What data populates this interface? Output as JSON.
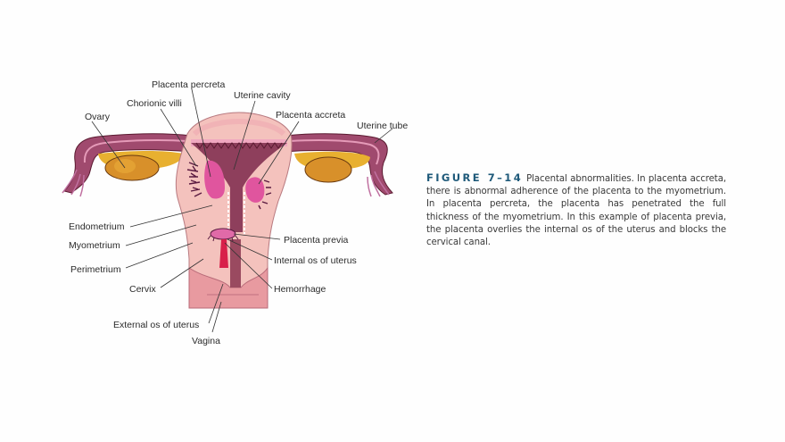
{
  "figure": {
    "label": "FIGURE 7–14",
    "caption": "Placental abnormalities. In placenta accreta, there is abnormal adherence of the placenta to the myometrium. In placenta percreta, the placenta has penetrated the full thickness of the myometrium. In this example of placenta previa, the placenta overlies the internal os of the uterus and blocks the cervical canal.",
    "label_color": "#1f5a7a"
  },
  "diagram": {
    "labels": {
      "placenta_percreta": "Placenta percreta",
      "uterine_cavity": "Uterine cavity",
      "chorionic_villi": "Chorionic villi",
      "placenta_accreta": "Placenta accreta",
      "ovary": "Ovary",
      "uterine_tube": "Uterine tube",
      "endometrium": "Endometrium",
      "myometrium": "Myometrium",
      "perimetrium": "Perimetrium",
      "cervix": "Cervix",
      "placenta_previa": "Placenta previa",
      "internal_os": "Internal os of uterus",
      "hemorrhage": "Hemorrhage",
      "external_os": "External os of uterus",
      "vagina": "Vagina"
    },
    "colors": {
      "myometrium": "#f4c2bd",
      "cavity": "#8e3f5c",
      "tube": "#a04a6e",
      "ovary": "#e0a030",
      "placenta": "#e0559e",
      "hemorrhage": "#d8204a"
    }
  }
}
